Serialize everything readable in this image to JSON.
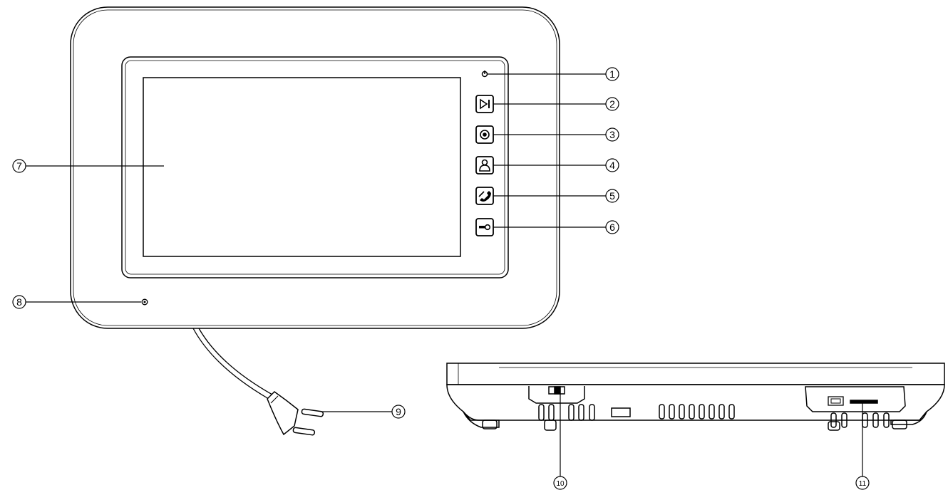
{
  "callouts": {
    "c1": "1",
    "c2": "2",
    "c3": "3",
    "c4": "4",
    "c5": "5",
    "c6": "6",
    "c7": "7",
    "c8": "8",
    "c9": "9",
    "c10": "10",
    "c11": "11"
  },
  "icons": {
    "power_indicator": "power-led-icon",
    "button_2": "play-pause-icon",
    "button_3": "record-icon",
    "button_4": "intercom-person-icon",
    "button_5": "handset-icon",
    "button_6": "unlock-key-icon"
  }
}
